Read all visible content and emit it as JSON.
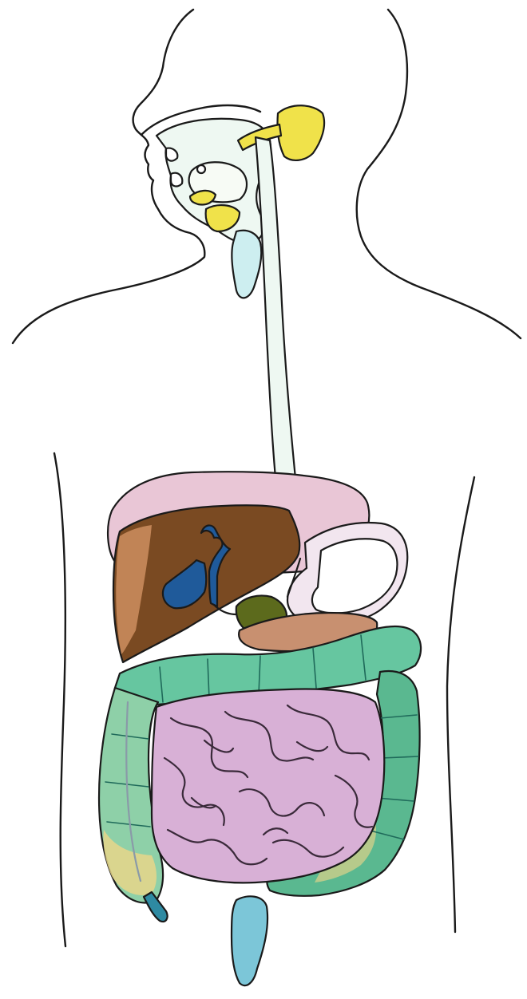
{
  "colors": {
    "background": "#ffffff",
    "outline": "#1a1a1a",
    "salivary_gland": "#f0e24a",
    "oral_cavity": "#e9f7f0",
    "pharynx": "#cdeef0",
    "esophagus": "#eef8f2",
    "diaphragm_region": "#e9c6d6",
    "liver": "#7a4a22",
    "gallbladder": "#1f5a9a",
    "stomach": "#f2e6ef",
    "pancreas": "#c89070",
    "duodenum_bile": "#5c6a1c",
    "large_intestine": "#66c6a0",
    "small_intestine": "#d8b0d6",
    "rectum": "#7cc6d8",
    "appendix": "#2e8aa2"
  },
  "structures": [
    "body-outline",
    "salivary-gland",
    "oral-cavity",
    "pharynx",
    "esophagus",
    "liver",
    "gallbladder",
    "stomach",
    "pancreas",
    "large-intestine",
    "small-intestine",
    "appendix",
    "rectum"
  ]
}
